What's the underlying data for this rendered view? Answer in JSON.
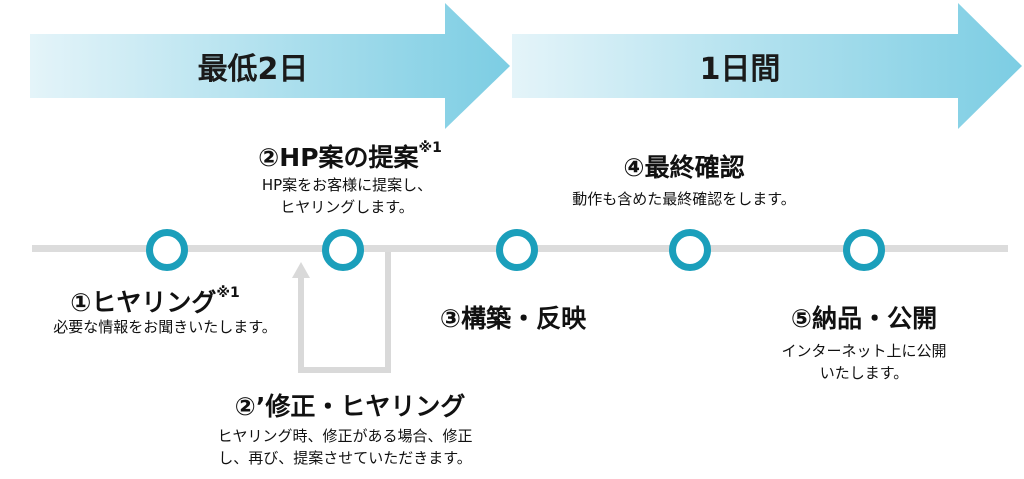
{
  "phases": [
    {
      "label": "最低2日"
    },
    {
      "label": "1日間"
    }
  ],
  "colors": {
    "accent": "#1b9fbb",
    "arrow_light": "#e4f4f9",
    "arrow_dark": "#7ccde3",
    "timeline": "#dcdcdc",
    "loop": "#d9d9d9"
  },
  "steps": [
    {
      "title": "①ヒヤリング",
      "note": "※1",
      "desc": [
        "必要な情報をお聞きいたします。"
      ]
    },
    {
      "title": "②HP案の提案",
      "note": "※1",
      "desc": [
        "HP案をお客様に提案し、",
        "ヒヤリングします。"
      ]
    },
    {
      "title": "③構築・反映",
      "desc": []
    },
    {
      "title": "④最終確認",
      "desc": [
        "動作も含めた最終確認をします。"
      ]
    },
    {
      "title": "⑤納品・公開",
      "desc": [
        "インターネット上に公開",
        "いたします。"
      ]
    }
  ],
  "revision": {
    "title": "②’修正・ヒヤリング",
    "desc": [
      "ヒヤリング時、修正がある場合、修正",
      "し、再び、提案させていただきます。"
    ]
  }
}
